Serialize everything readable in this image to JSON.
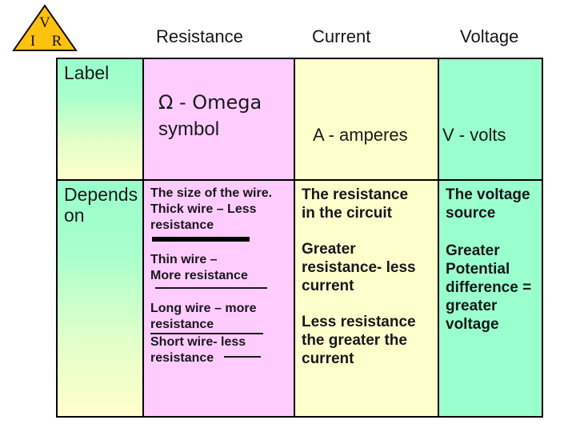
{
  "badge": {
    "name": "ohms-law-triangle",
    "fill_color": "#FFC20E",
    "letters": {
      "top": "V",
      "bottom_left": "I",
      "bottom_right": "R"
    }
  },
  "headers": {
    "resistance": "Resistance",
    "current": "Current",
    "voltage": "Voltage"
  },
  "colors": {
    "green": "#99FFCC",
    "pink": "#FFCCFF",
    "yellow": "#FFFFCC",
    "border": "#000000"
  },
  "table": {
    "rows": [
      {
        "row_name": "label",
        "row_header": "Label",
        "resistance": {
          "line1": "Ω  -  Omega",
          "line2": "symbol"
        },
        "current": "A - amperes",
        "voltage": "V - volts"
      },
      {
        "row_name": "depends-on",
        "row_header_line1": "Depends",
        "row_header_line2": "on",
        "resistance": {
          "heading": "The size of the wire.",
          "thick_line1": "Thick wire – Less",
          "thick_line2": "resistance",
          "thin_line1": "Thin wire –",
          "thin_line2": "More resistance",
          "long_line1": "Long wire – more",
          "long_line2": "resistance",
          "short_line1": "Short wire- less",
          "short_line2": "resistance"
        },
        "current": {
          "p1_line1": "The resistance",
          "p1_line2": "in the circuit",
          "p2_line1": "Greater",
          "p2_line2": "resistance- less",
          "p2_line3": "current",
          "p3_line1": "Less resistance",
          "p3_line2": "the greater the",
          "p3_line3": "current"
        },
        "voltage": {
          "p1_line1": "The voltage",
          "p1_line2": "source",
          "p2_line1": "Greater",
          "p2_line2": "Potential",
          "p2_line3": "difference =",
          "p2_line4": "greater",
          "p2_line5": "voltage"
        }
      }
    ]
  }
}
